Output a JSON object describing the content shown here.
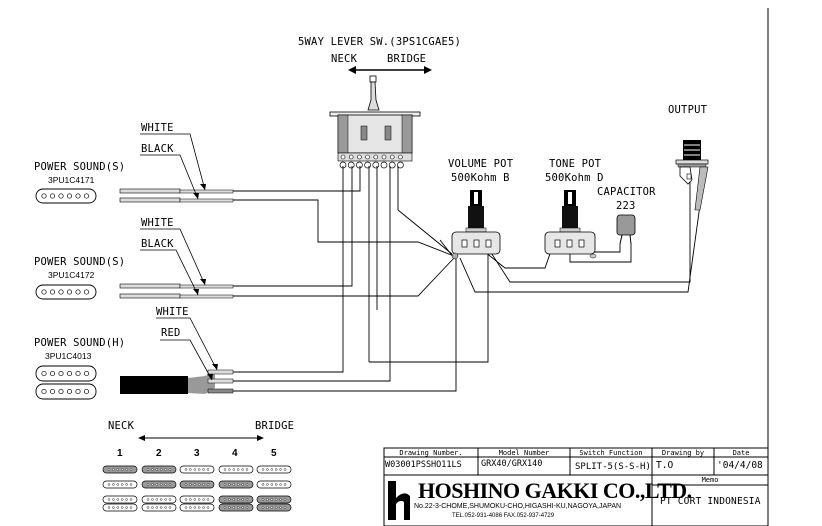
{
  "switch": {
    "title": "5WAY LEVER SW.(3PS1CGAE5)",
    "neck_label": "NECK",
    "bridge_label": "BRIDGE"
  },
  "pickups": [
    {
      "name": "POWER SOUND(S)",
      "code": "3PU1C4171",
      "wire_labels": [
        "WHITE",
        "BLACK"
      ]
    },
    {
      "name": "POWER SOUND(S)",
      "code": "3PU1C4172",
      "wire_labels": [
        "WHITE",
        "BLACK"
      ]
    },
    {
      "name": "POWER SOUND(H)",
      "code": "3PU1C4013",
      "wire_labels": [
        "WHITE",
        "RED"
      ]
    }
  ],
  "volume_pot": {
    "title": "VOLUME POT",
    "value": "500Kohm B"
  },
  "tone_pot": {
    "title": "TONE POT",
    "value": "500Kohm D"
  },
  "capacitor": {
    "title": "CAPACITOR",
    "value": "223"
  },
  "output": {
    "title": "OUTPUT"
  },
  "positions_legend": {
    "neck_label": "NECK",
    "bridge_label": "BRIDGE",
    "positions": [
      "1",
      "2",
      "3",
      "4",
      "5"
    ],
    "active": [
      {
        "neck": true,
        "middle": false,
        "bridge": false
      },
      {
        "neck": true,
        "middle": true,
        "bridge": false
      },
      {
        "neck": false,
        "middle": true,
        "bridge": false
      },
      {
        "neck": false,
        "middle": true,
        "bridge": true
      },
      {
        "neck": false,
        "middle": false,
        "bridge": true
      }
    ]
  },
  "title_block": {
    "headers": {
      "drawing_number": "Drawing Number.",
      "model_number": "Model Number",
      "switch_function": "Switch Function",
      "drawing_by": "Drawing by",
      "date": "Date",
      "memo": "Memo"
    },
    "values": {
      "drawing_number": "W03001PSSHO11LS",
      "model_number": "GRX40/GRX140",
      "switch_function": "SPLIT-5(S-S-H)",
      "drawing_by": "T.O",
      "date": "'04/4/08",
      "memo": "PT CORT INDONESIA"
    },
    "company": {
      "name": "HOSHINO GAKKI CO.,LTD.",
      "address": "No.22-3-CHOME,SHUMOKU-CHO,HIGASHI-KU,NAGOYA,JAPAN",
      "phone": "TEL.052-931-4086  FAX.052-937-4729"
    }
  }
}
